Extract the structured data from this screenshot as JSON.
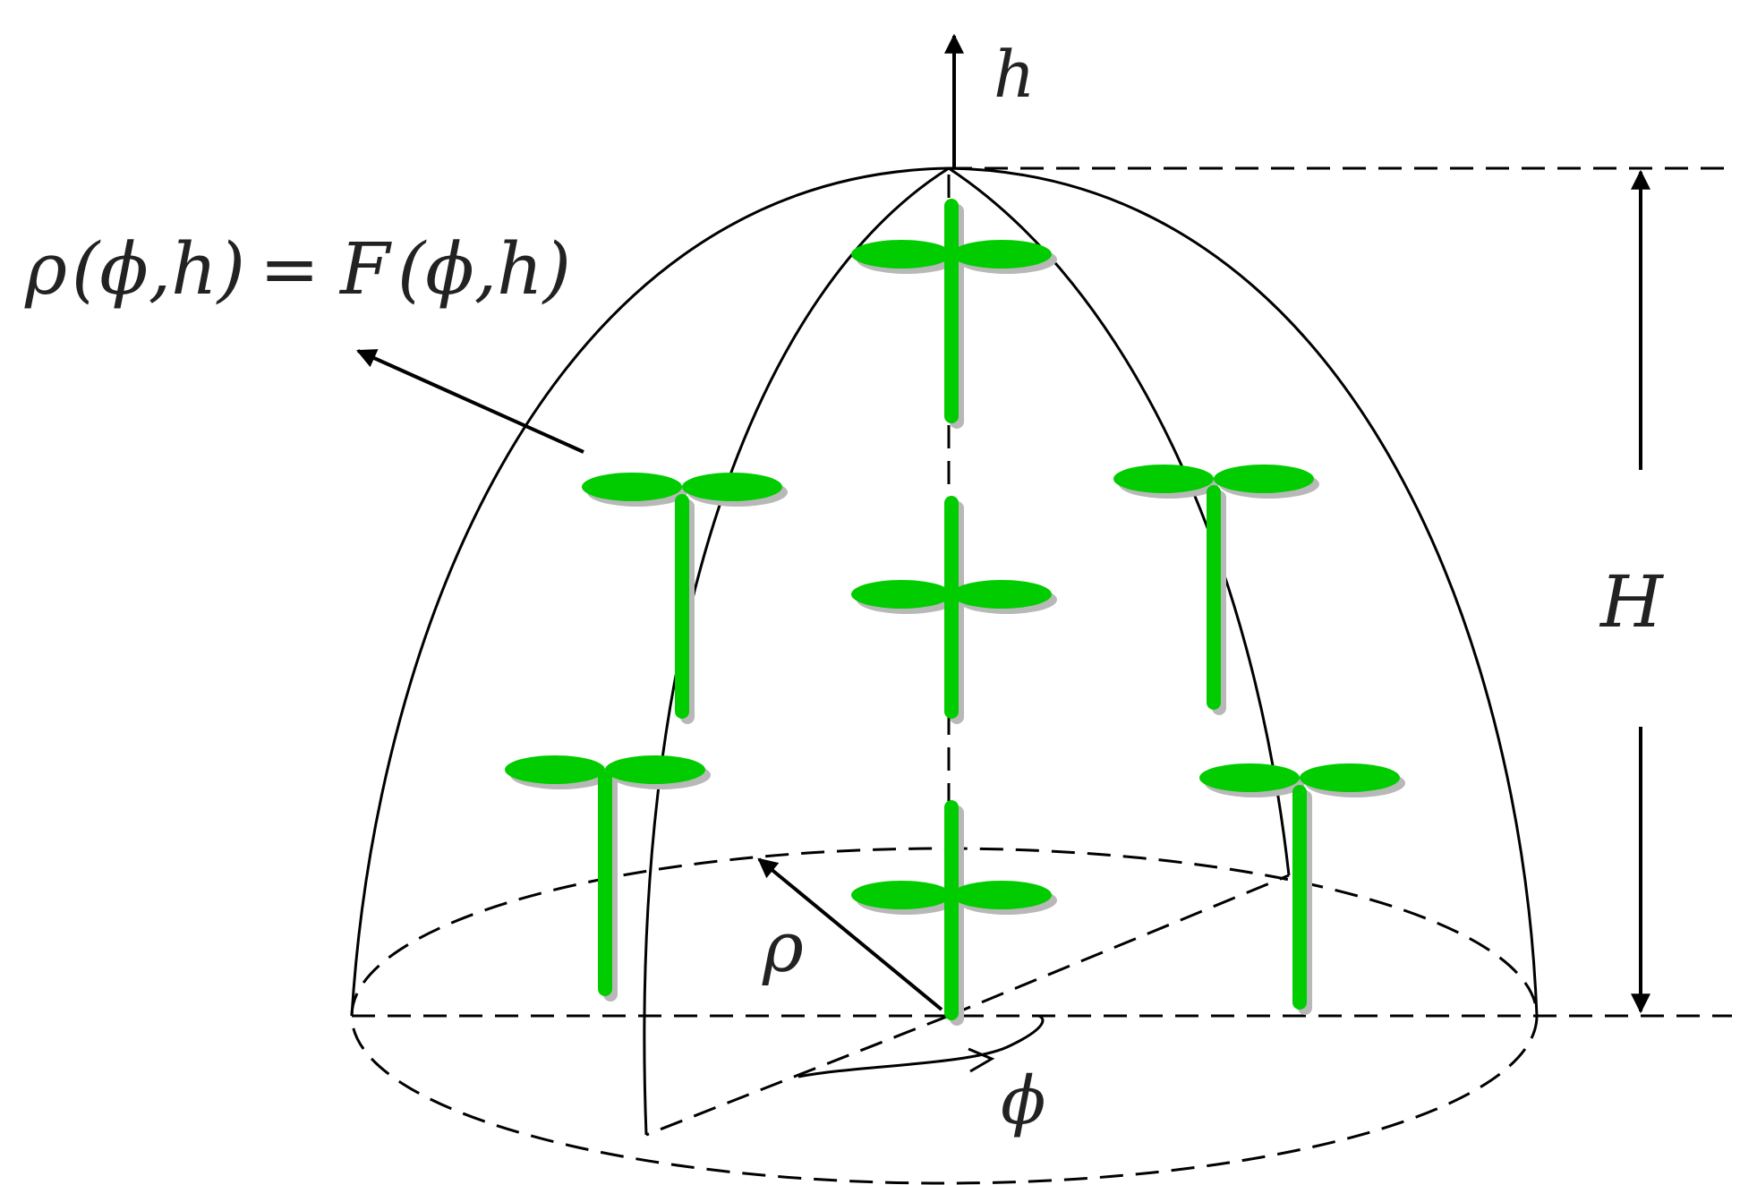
{
  "labels": {
    "h": "h",
    "H": "H",
    "rho": "ρ",
    "phi": "ϕ",
    "formula_lhs_rho": "ρ",
    "formula_lhs_args": "(ϕ,h)",
    "formula_eq": "=",
    "formula_rhs_F": "F",
    "formula_rhs_args": "(ϕ,h)"
  },
  "colors": {
    "line": "#000000",
    "plant": "#00cc00",
    "plant_shadow": "#b8b8b8",
    "text": "#222222"
  }
}
